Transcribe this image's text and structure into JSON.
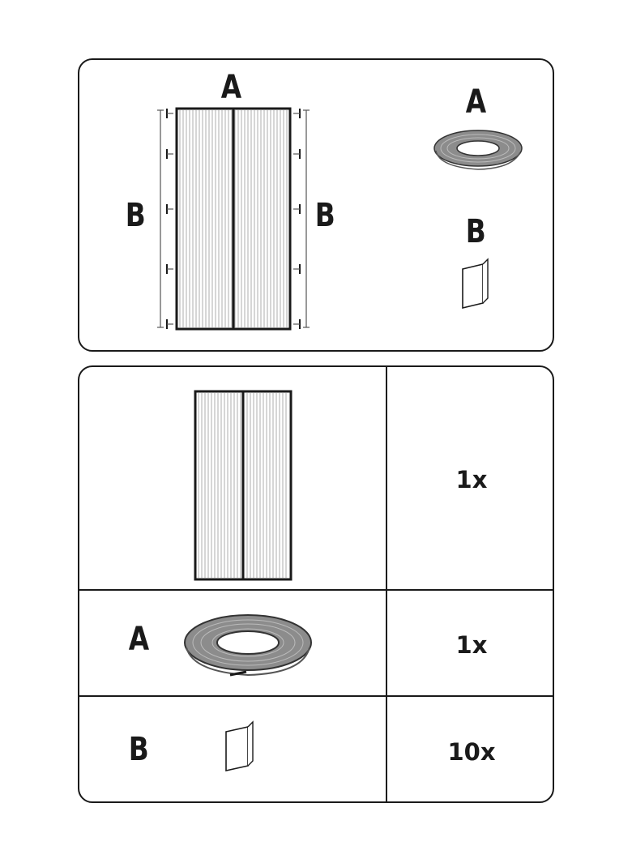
{
  "install": {
    "label_top": "A",
    "label_left": "B",
    "label_right": "B",
    "legend": [
      {
        "label": "A",
        "icon": "magnetic-tape-roll-icon"
      },
      {
        "label": "B",
        "icon": "adhesive-pin-sheet-icon"
      }
    ]
  },
  "parts": {
    "rows": [
      {
        "label": "",
        "icon": "magnetic-screen-door-icon",
        "quantity": "1x"
      },
      {
        "label": "A",
        "icon": "magnetic-tape-roll-icon",
        "quantity": "1x"
      },
      {
        "label": "B",
        "icon": "adhesive-pin-sheet-icon",
        "quantity": "10x"
      }
    ]
  }
}
